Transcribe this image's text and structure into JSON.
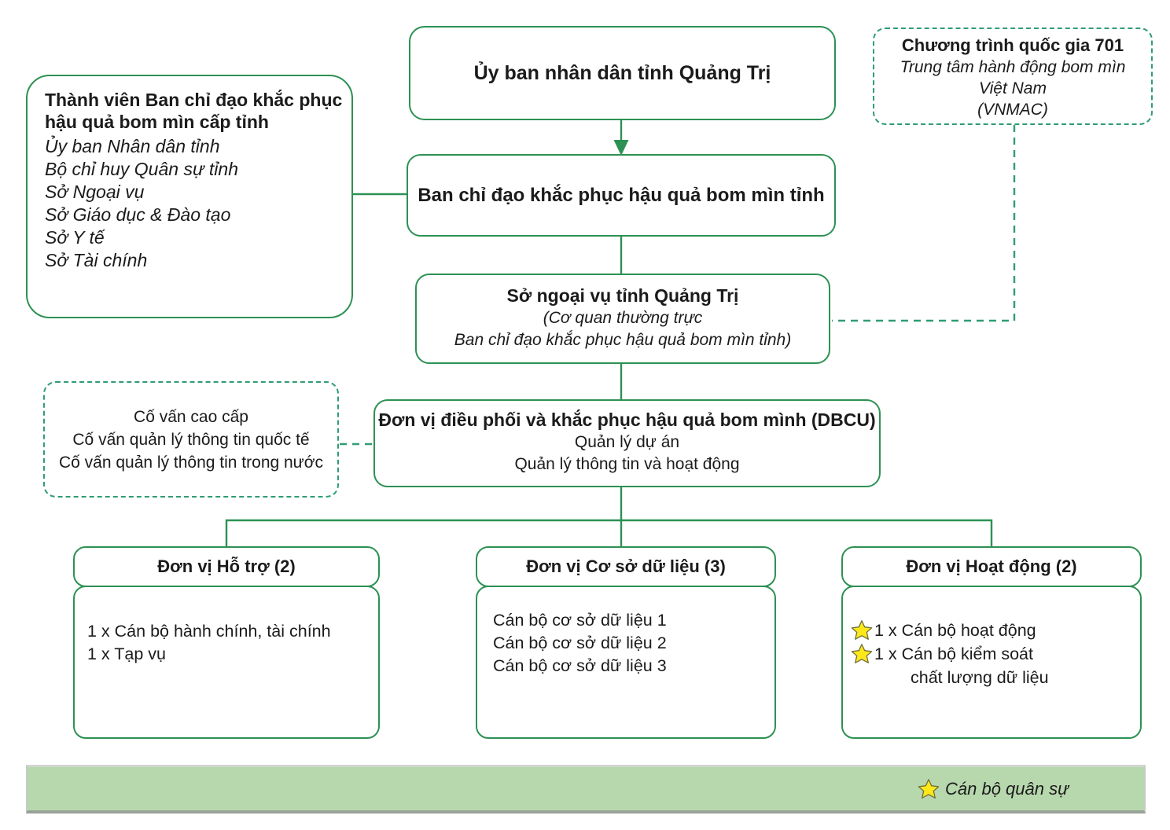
{
  "colors": {
    "line_green": "#2d9153",
    "dashed_green": "#2f9d72",
    "legend_background": "#b7d7ad",
    "star_fill": "#ffe81a",
    "star_outline": "#6f6f3a",
    "text": "#1b1b1b"
  },
  "boxes": {
    "provincial_committee": {
      "title": "Ủy ban nhân dân tỉnh Quảng Trị"
    },
    "vnmac": {
      "title": "Chương trình quốc gia 701",
      "lines": [
        "Trung tâm hành động bom mìn",
        "Việt Nam",
        "(VNMAC)"
      ]
    },
    "members": {
      "title": "Thành viên Ban chỉ đạo khắc phục hậu quả bom mìn cấp tỉnh",
      "items": [
        "Ủy ban Nhân dân tỉnh",
        "Bộ chỉ huy Quân sự tỉnh",
        "Sở Ngoại vụ",
        "Sở Giáo dục & Đào tạo",
        "Sở Y tế",
        "Sở Tài chính"
      ]
    },
    "steering": {
      "title": "Ban chỉ đạo khắc phục hậu quả bom mìn tỉnh"
    },
    "dofa": {
      "title": "Sở ngoại vụ tỉnh Quảng Trị",
      "lines": [
        "(Cơ quan thường trực",
        "Ban chỉ đạo khắc phục hậu quả bom mìn tỉnh)"
      ]
    },
    "advisors": {
      "items": [
        "Cố vấn cao cấp",
        "Cố vấn quản lý thông tin quốc tế",
        "Cố vấn quản lý thông tin trong nước"
      ]
    },
    "dbcu": {
      "title": "Đơn vị điều phối và khắc phục hậu quả bom mình (DBCU)",
      "lines": [
        "Quản lý dự án",
        "Quản lý thông tin và hoạt động"
      ]
    },
    "support_unit": {
      "title": "Đơn vị Hỗ trợ (2)",
      "items": [
        "1 x Cán bộ hành chính, tài chính",
        "1 x Tạp vụ"
      ]
    },
    "database_unit": {
      "title": "Đơn vị Cơ sở dữ liệu (3)",
      "items": [
        "Cán bộ cơ sở dữ liệu 1",
        "Cán bộ cơ sở dữ liệu 2",
        "Cán bộ cơ sở dữ liệu 3"
      ]
    },
    "operations_unit": {
      "title": "Đơn vị Hoạt động (2)",
      "items": [
        {
          "starred": true,
          "text": "1 x Cán bộ hoạt động"
        },
        {
          "starred": true,
          "text": "1 x Cán bộ kiểm soát"
        },
        {
          "starred": false,
          "text": "chất lượng dữ liệu"
        }
      ]
    }
  },
  "legend": {
    "star_icon": "star-icon",
    "label": "Cán bộ quân sự"
  }
}
